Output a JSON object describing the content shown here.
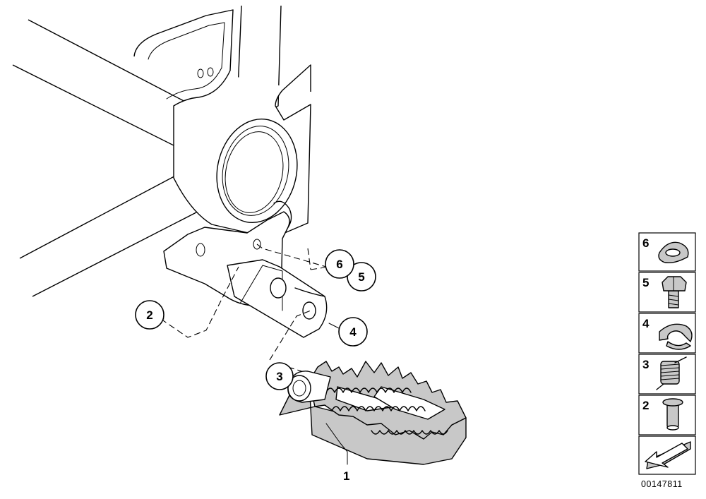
{
  "callouts": {
    "part_1": "1",
    "part_2": "2",
    "part_3": "3",
    "part_4": "4",
    "part_5": "5",
    "part_6": "6"
  },
  "legend": {
    "items": [
      {
        "number": "6",
        "icon": "wave-washer-icon"
      },
      {
        "number": "5",
        "icon": "hex-bolt-icon"
      },
      {
        "number": "4",
        "icon": "circlip-icon"
      },
      {
        "number": "3",
        "icon": "torsion-spring-icon"
      },
      {
        "number": "2",
        "icon": "pivot-pin-icon"
      }
    ],
    "direction_icon": "arrow-left-icon"
  },
  "reference_code": "00147811",
  "colors": {
    "line": "#000000",
    "shade": "#c8c8c8",
    "background": "#ffffff"
  }
}
